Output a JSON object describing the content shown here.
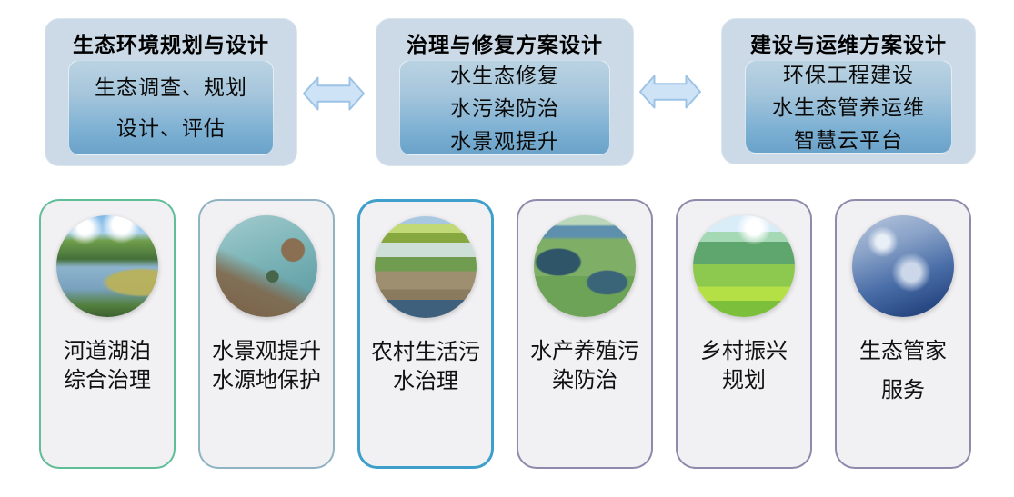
{
  "stages": [
    {
      "title": "生态环境规划与设计",
      "items": [
        "生态调查、规划",
        "设计、评估"
      ]
    },
    {
      "title": "治理与修复方案设计",
      "items": [
        "水生态修复",
        "水污染防治",
        "水景观提升"
      ]
    },
    {
      "title": "建设与运维方案设计",
      "items": [
        "环保工程建设",
        "水生态管养运维",
        "智慧云平台"
      ]
    }
  ],
  "services": [
    {
      "lines": [
        "河道湖泊",
        "综合治理"
      ],
      "border_color": "#5fbd97",
      "photo": "river-lake-photo"
    },
    {
      "lines": [
        "水景观提升",
        "水源地保护"
      ],
      "border_color": "#8fb3c2",
      "photo": "waterfront-aerial-photo"
    },
    {
      "lines": [
        "农村生活污",
        "水治理"
      ],
      "border_color": "#3d9fca",
      "photo": "rural-pond-photo"
    },
    {
      "lines": [
        "水产养殖污",
        "染防治"
      ],
      "border_color": "#8e8aab",
      "photo": "fishpond-aerial-photo"
    },
    {
      "lines": [
        "乡村振兴",
        "规划"
      ],
      "border_color": "#8e8aab",
      "photo": "village-valley-photo"
    },
    {
      "lines": [
        "生态管家",
        "服务"
      ],
      "border_color": "#8e8aab",
      "photo": "water-drop-photo"
    }
  ],
  "colors": {
    "stage_box_bg": "#ccdae7",
    "stage_inner_top": "#bad3e2",
    "stage_inner_bottom": "#6ba2c9",
    "arrow_fill": "#cfe3f6",
    "arrow_stroke": "#9cc3e6",
    "card_bg": "#f1f0f2"
  }
}
